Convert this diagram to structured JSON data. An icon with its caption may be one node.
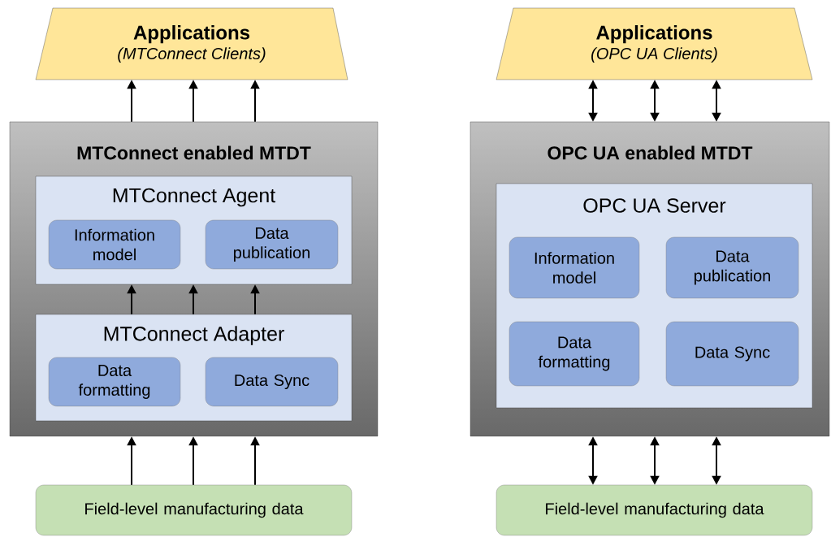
{
  "diagram": {
    "nodes": [
      {
        "text": [
          "Applications",
          "(MTConnect Clients)"
        ]
      },
      {
        "text": [
          "MTConnect enabled MTDT"
        ]
      },
      {
        "text": [
          "MTConnect Agent"
        ],
        "in": 1
      },
      {
        "text": [
          "Information model"
        ],
        "in": 2
      },
      {
        "text": [
          "Data publication"
        ],
        "in": 2
      },
      {
        "text": [
          "MTConnect Adapter"
        ],
        "in": 1
      },
      {
        "text": [
          "Data formatting"
        ],
        "in": 5
      },
      {
        "text": [
          "Data Sync"
        ],
        "in": 5
      },
      {
        "text": [
          "Field-level manufacturing data"
        ]
      },
      {
        "text": [
          "Applications",
          "(OPC UA Clients)"
        ]
      },
      {
        "text": [
          "OPC UA enabled MTDT"
        ]
      },
      {
        "text": [
          "OPC UA Server"
        ],
        "in": 10
      },
      {
        "text": [
          "Information model"
        ],
        "in": 11
      },
      {
        "text": [
          "Data publication"
        ],
        "in": 11
      },
      {
        "text": [
          "Data formatting"
        ],
        "in": 11
      },
      {
        "text": [
          "Data Sync"
        ],
        "in": 11
      },
      {
        "text": [
          "Field-level manufacturing data"
        ]
      }
    ],
    "edges": [
      {
        "from": 1,
        "to": 0,
        "arrow": "to"
      },
      {
        "from": 1,
        "to": 0,
        "arrow": "to"
      },
      {
        "from": 1,
        "to": 0,
        "arrow": "to"
      },
      {
        "from": 5,
        "to": 2,
        "arrow": "to"
      },
      {
        "from": 5,
        "to": 2,
        "arrow": "to"
      },
      {
        "from": 5,
        "to": 2,
        "arrow": "to"
      },
      {
        "from": 8,
        "to": 1,
        "arrow": "to"
      },
      {
        "from": 8,
        "to": 1,
        "arrow": "to"
      },
      {
        "from": 8,
        "to": 1,
        "arrow": "to"
      },
      {
        "from": 10,
        "to": 9,
        "arrow": "both"
      },
      {
        "from": 10,
        "to": 9,
        "arrow": "both"
      },
      {
        "from": 10,
        "to": 9,
        "arrow": "both"
      },
      {
        "from": 16,
        "to": 10,
        "arrow": "both"
      },
      {
        "from": 16,
        "to": 10,
        "arrow": "both"
      },
      {
        "from": 16,
        "to": 10,
        "arrow": "both"
      }
    ]
  }
}
